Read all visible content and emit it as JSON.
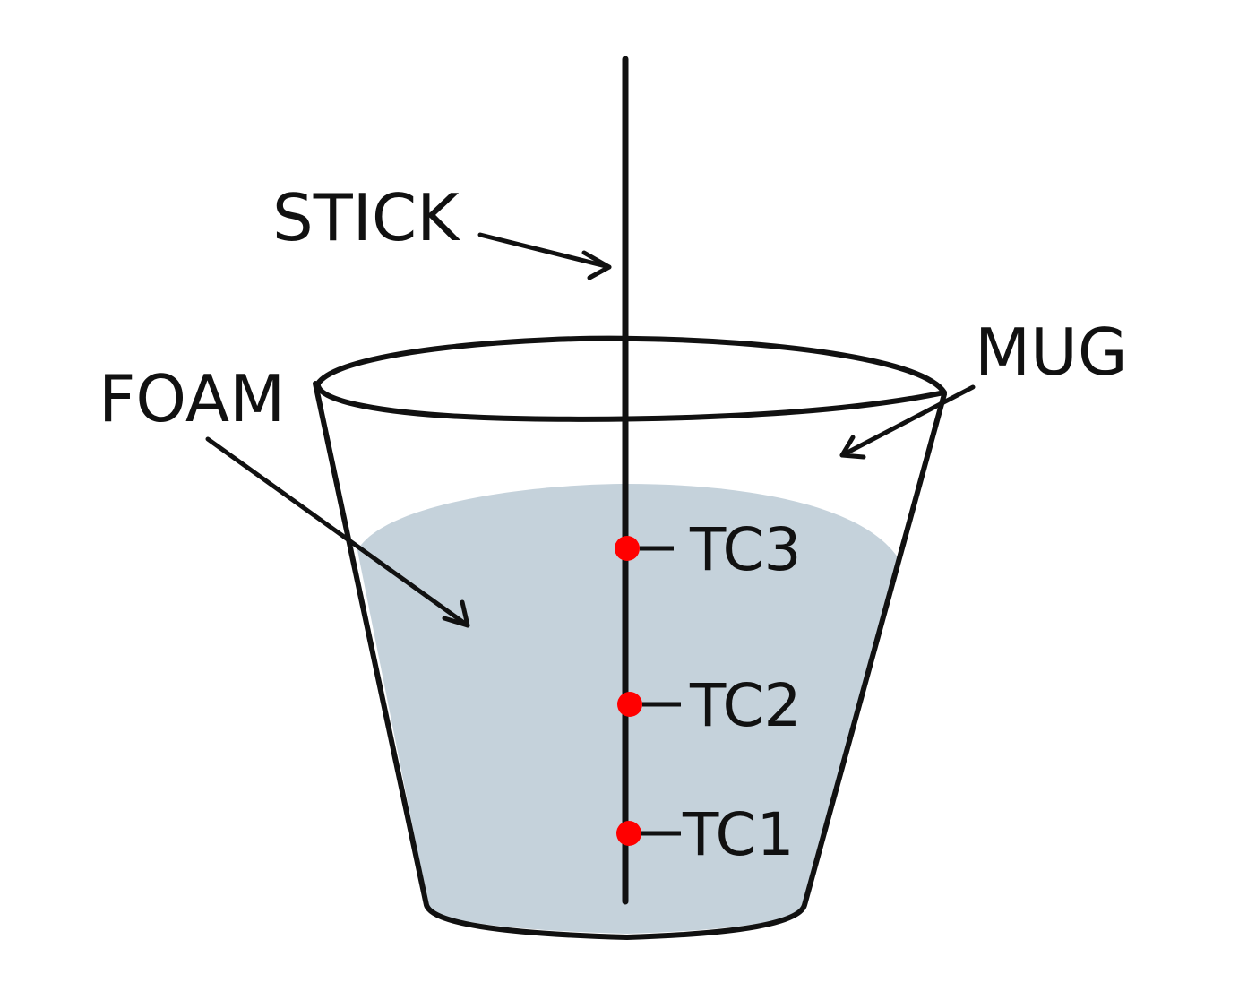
{
  "labels": {
    "stick": "STICK",
    "mug": "MUG",
    "foam": "FOAM"
  },
  "sensors": [
    {
      "id": "tc3",
      "label": "TC3"
    },
    {
      "id": "tc2",
      "label": "TC2"
    },
    {
      "id": "tc1",
      "label": "TC1"
    }
  ],
  "colors": {
    "foam": "#c5d2db",
    "sensor": "#ff0000",
    "line": "#111111"
  }
}
